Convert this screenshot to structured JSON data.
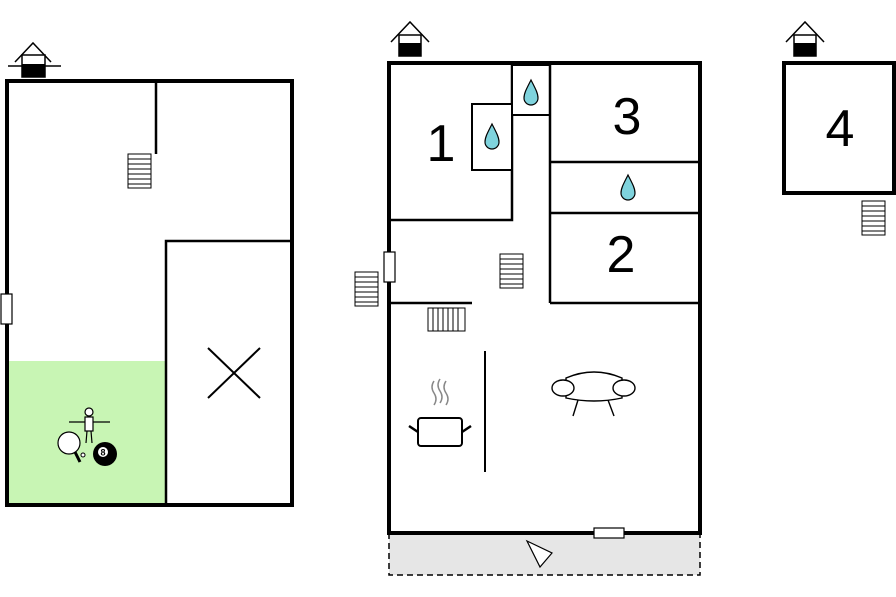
{
  "rooms": {
    "room_1": "1",
    "room_2": "2",
    "room_3": "3",
    "room_4": "4"
  },
  "billiard_ball": "8",
  "icons": [
    "entrance-icon",
    "stairs-icon",
    "water-drop-icon",
    "ping-pong-icon",
    "foosball-icon",
    "billiard-ball-icon",
    "cooking-pot-icon",
    "sofa-icon",
    "terrace-direction-icon",
    "cross-mark-icon"
  ],
  "colors": {
    "wall": "#000000",
    "play_area": "#c8f5b4",
    "water": "#7fd3dd",
    "terrace": "#e6e6e6"
  }
}
